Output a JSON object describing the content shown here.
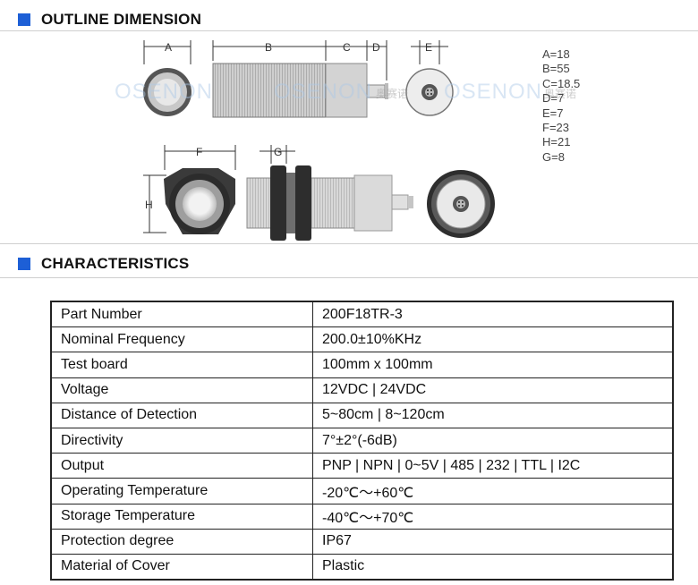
{
  "sections": {
    "outline": "OUTLINE DIMENSION",
    "characteristics": "CHARACTERISTICS"
  },
  "dimension_labels": {
    "a": "A",
    "b": "B",
    "c": "C",
    "d": "D",
    "e": "E",
    "f": "F",
    "g": "G",
    "h": "H"
  },
  "dimensions": [
    "A=18",
    "B=55",
    "C=18.5",
    "D=7",
    "E=7",
    "F=23",
    "H=21",
    "G=8"
  ],
  "watermark": {
    "brand": "OSENON",
    "chinese": "奥赛诺"
  },
  "colors": {
    "accent": "#1d5fd6",
    "border": "#222222"
  },
  "characteristics": [
    {
      "label": "Part Number",
      "value": "200F18TR-3"
    },
    {
      "label": "Nominal Frequency",
      "value": "200.0±10%KHz"
    },
    {
      "label": "Test board",
      "value": "100mm x 100mm"
    },
    {
      "label": "Voltage",
      "value": "12VDC | 24VDC"
    },
    {
      "label": "Distance of Detection",
      "value": "5~80cm | 8~120cm"
    },
    {
      "label": "Directivity",
      "value": "7°±2°(-6dB)"
    },
    {
      "label": "Output",
      "value": "PNP | NPN | 0~5V | 485 | 232 | TTL | I2C"
    },
    {
      "label": "Operating Temperature",
      "value": "-20℃～+60℃"
    },
    {
      "label": "Storage Temperature",
      "value": "-40℃～+70℃"
    },
    {
      "label": "Protection degree",
      "value": "IP67"
    },
    {
      "label": "Material of Cover",
      "value": "Plastic"
    }
  ]
}
